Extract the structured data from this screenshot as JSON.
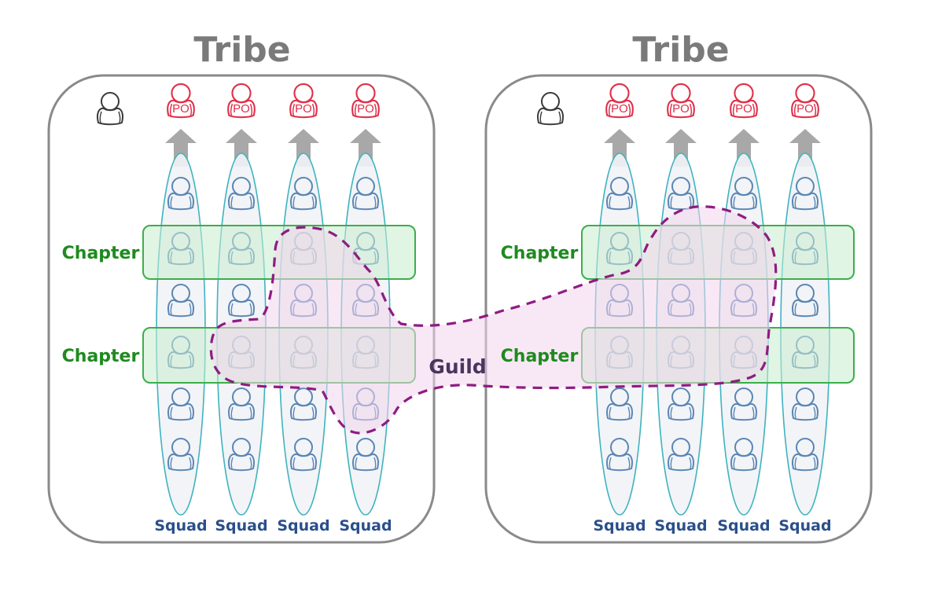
{
  "diagram": {
    "title": "Tribe / Squad / Chapter / Guild organization model",
    "tribes": [
      {
        "label": "Tribe",
        "leader_icon": "person-icon",
        "squads": [
          {
            "label": "Squad",
            "po_label": "PO",
            "members": 6
          },
          {
            "label": "Squad",
            "po_label": "PO",
            "members": 6
          },
          {
            "label": "Squad",
            "po_label": "PO",
            "members": 6
          },
          {
            "label": "Squad",
            "po_label": "PO",
            "members": 6
          }
        ],
        "chapters": [
          {
            "label": "Chapter",
            "member_row": 1
          },
          {
            "label": "Chapter",
            "member_row": 3
          }
        ]
      },
      {
        "label": "Tribe",
        "leader_icon": "person-icon",
        "squads": [
          {
            "label": "Squad",
            "po_label": "PO",
            "members": 6
          },
          {
            "label": "Squad",
            "po_label": "PO",
            "members": 6
          },
          {
            "label": "Squad",
            "po_label": "PO",
            "members": 6
          },
          {
            "label": "Squad",
            "po_label": "PO",
            "members": 6
          }
        ],
        "chapters": [
          {
            "label": "Chapter",
            "member_row": 1
          },
          {
            "label": "Chapter",
            "member_row": 3
          }
        ]
      }
    ],
    "guild": {
      "label": "Guild"
    },
    "colors": {
      "tribe_border": "#8a8a8a",
      "tribe_title": "#7a7a7a",
      "po": "#e0304a",
      "arrow": "#a8a8a8",
      "squad_border": "#3fb3c0",
      "squad_fill": "#f1f3f6",
      "member": "#5a86b5",
      "chapter_border": "#3cae4a",
      "chapter_fill": "#c8ecd0",
      "chapter_text": "#1f8a1f",
      "guild_border": "#8e1c82",
      "guild_fill": "#f2d6ec",
      "guild_text": "#4a3560",
      "squad_text": "#2a4f8a"
    }
  }
}
